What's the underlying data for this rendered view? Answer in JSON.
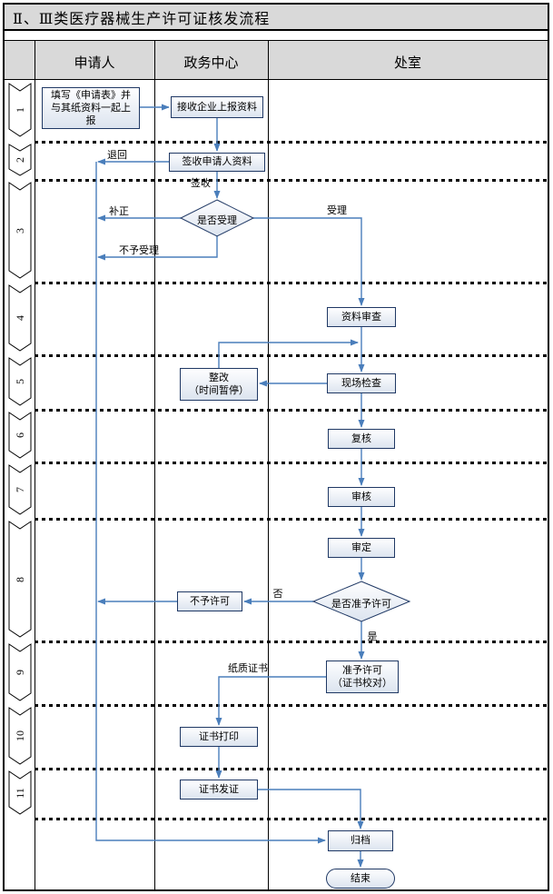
{
  "title": "Ⅱ、Ⅲ类医疗器械生产许可证核发流程",
  "columns": {
    "applicant": "申请人",
    "service_center": "政务中心",
    "department": "处室"
  },
  "lanes": [
    "1",
    "2",
    "3",
    "4",
    "5",
    "6",
    "7",
    "8",
    "9",
    "10",
    "11"
  ],
  "nodes": {
    "fill_form": "填写《申请表》并\n与其纸资料一起上\n报",
    "receive_materials": "接收企业上报资料",
    "sign_for_materials": "签收申请人资料",
    "accept_decision": "是否受理",
    "material_review": "资料审查",
    "site_inspection": "现场检查",
    "rectification": "整改\n（时间暂停）",
    "recheck": "复核",
    "review": "审核",
    "final_review": "审定",
    "license_decision": "是否准予许可",
    "deny_license": "不予许可",
    "grant_license": "准予许可\n（证书校对）",
    "print_certificate": "证书打印",
    "issue_certificate": "证书发证",
    "archive": "归档",
    "end": "结束"
  },
  "edge_labels": {
    "return": "退回",
    "sign": "签收",
    "correction": "补正",
    "not_accepted": "不予受理",
    "accepted": "受理",
    "no": "否",
    "yes": "是",
    "paper_certificate": "纸质证书"
  },
  "colors": {
    "arrow": "#4a7ebb",
    "node_border": "#1f3864",
    "node_fill_top": "#fefeff",
    "node_fill_bottom": "#dce4ef",
    "header_bg": "#d9d9d9",
    "dash_line": "#000000"
  }
}
